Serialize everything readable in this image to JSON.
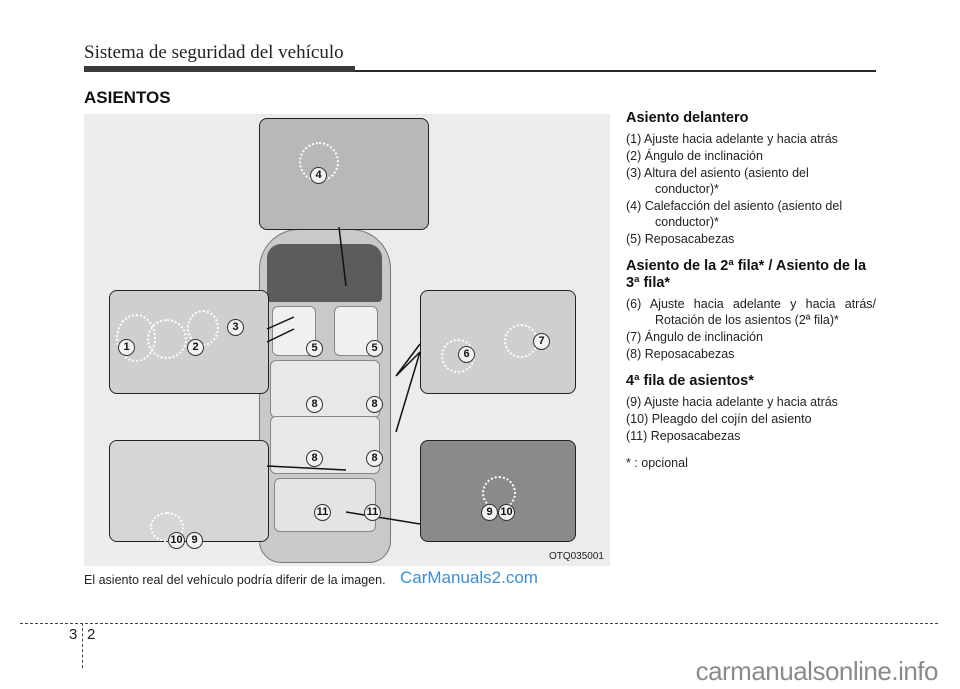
{
  "header": {
    "chapter_title": "Sistema de seguridad del vehículo"
  },
  "section": {
    "title": "ASIENTOS"
  },
  "figure": {
    "code": "OTQ035001",
    "callouts": [
      "1",
      "2",
      "3",
      "4",
      "5",
      "5",
      "6",
      "7",
      "8",
      "8",
      "8",
      "8",
      "9",
      "10",
      "11",
      "11",
      "10",
      "9"
    ],
    "caption": "El asiento real del vehículo podría diferir de la imagen."
  },
  "legend": {
    "front": {
      "title": "Asiento delantero",
      "items": [
        "(1) Ajuste hacia adelante y hacia atrás",
        "(2) Ángulo de inclinación",
        "(3) Altura del asiento (asiento del conductor)*",
        "(4) Calefacción del asiento (asiento del conductor)*",
        "(5) Reposacabezas"
      ]
    },
    "row23": {
      "title": "Asiento de la 2ª fila* / Asiento de la 3ª fila*",
      "items": [
        "(6) Ajuste hacia adelante y hacia atrás/ Rotación de los asientos (2ª fila)*",
        "(7) Ángulo de inclinación",
        "(8) Reposacabezas"
      ]
    },
    "row4": {
      "title": "4ª fila de asientos*",
      "items": [
        "(9) Ajuste hacia adelante y hacia atrás",
        "(10) Pleagdo del cojín del asiento",
        "(11) Reposacabezas"
      ]
    },
    "note": "* : opcional"
  },
  "footer": {
    "section_number": "3",
    "page_number": "2"
  },
  "watermarks": {
    "top": "CarManuals2.com",
    "bottom": "carmanualsonline.info"
  }
}
